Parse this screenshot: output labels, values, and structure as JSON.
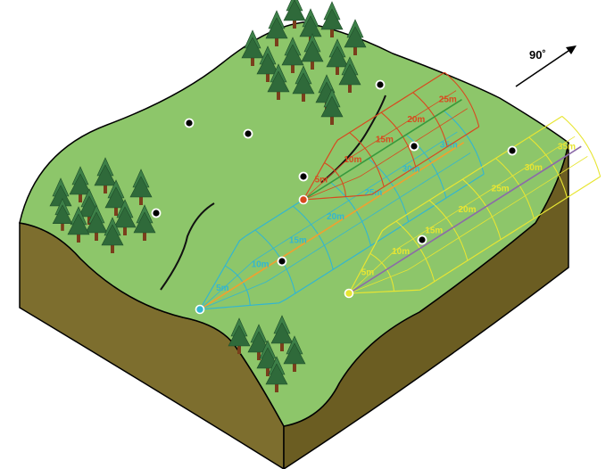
{
  "direction": {
    "label": "90˚"
  },
  "colors": {
    "grass": "#8dc66a",
    "soil_front": "#7d6e2e",
    "soil_side": "#6b5d22",
    "tree_dark": "#2f6a3a",
    "tree_light": "#3d8048",
    "trunk": "#7a3e1c",
    "red": "#d8491f",
    "cyan": "#33b6d0",
    "yellow": "#e7e533",
    "green_line": "#3a9a3a",
    "purple_line": "#8c6aa8"
  },
  "transects": {
    "red": {
      "labels": [
        "5m",
        "10m",
        "15m",
        "20m",
        "25m"
      ]
    },
    "cyan": {
      "labels": [
        "5m",
        "10m",
        "15m",
        "20m",
        "25m",
        "30m",
        "35m"
      ]
    },
    "yellow": {
      "labels": [
        "5m",
        "10m",
        "15m",
        "20m",
        "25m",
        "30m",
        "35m"
      ]
    }
  }
}
